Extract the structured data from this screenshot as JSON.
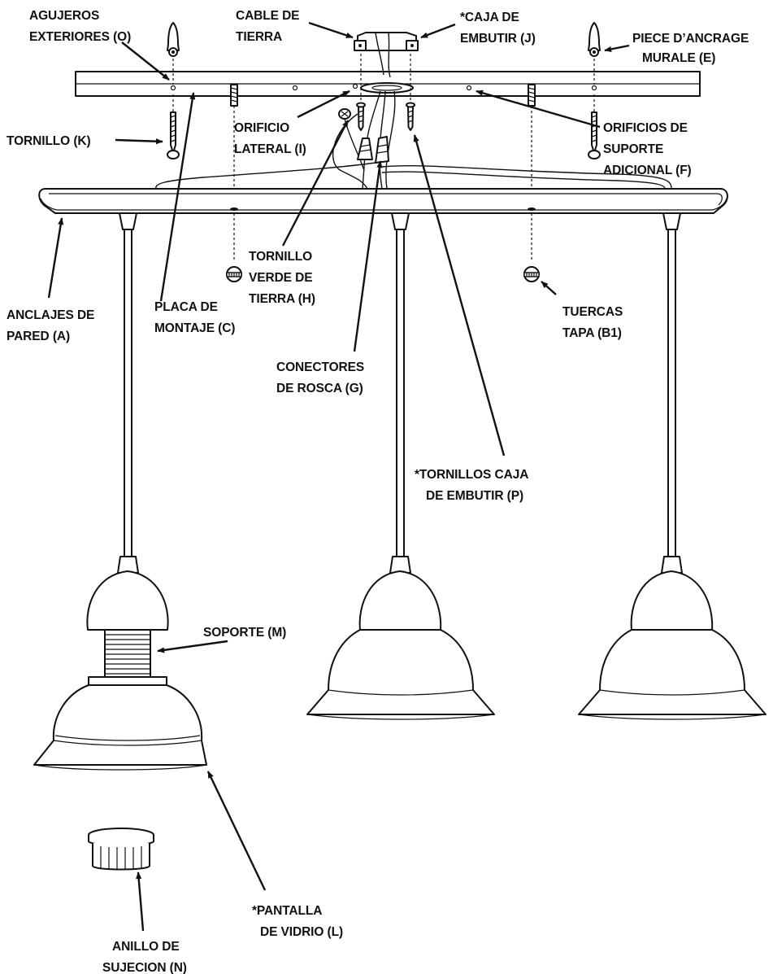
{
  "labels": {
    "outer_holes": [
      "AGUJEROS",
      "EXTERIORES (O)"
    ],
    "ground_wire": [
      "CABLE DE",
      "TIERRA"
    ],
    "junction_box": [
      "*CAJA DE",
      "EMBUTIR (J)"
    ],
    "wall_anchor": [
      "PIECE D’ANCRAGE",
      "MURALE (E)"
    ],
    "screw": [
      "TORNILLO (K)"
    ],
    "side_hole": [
      "ORIFICIO",
      "LATERAL (I)"
    ],
    "extra_holes": [
      "ORIFICIOS DE",
      "SUPORTE",
      "ADICIONAL (F)"
    ],
    "green_screw": [
      "TORNILLO",
      "VERDE DE",
      "TIERRA (H)"
    ],
    "wall_anchors_a": [
      "ANCLAJES DE",
      "PARED (A)"
    ],
    "mounting_plate": [
      "PLACA DE",
      "MONTAJE (C)"
    ],
    "cap_nuts": [
      "TUERCAS",
      "TAPA (B1)"
    ],
    "wire_nuts": [
      "CONECTORES",
      "DE ROSCA (G)"
    ],
    "box_screws": [
      "*TORNILLOS CAJA",
      "DE EMBUTIR (P)"
    ],
    "socket": [
      "SOPORTE (M)"
    ],
    "glass_shade": [
      "*PANTALLA",
      "DE VIDRIO (L)"
    ],
    "retaining_ring": [
      "ANILLO DE",
      "SUJECION (N)"
    ]
  },
  "colors": {
    "ink": "#111111",
    "background": "#ffffff"
  }
}
